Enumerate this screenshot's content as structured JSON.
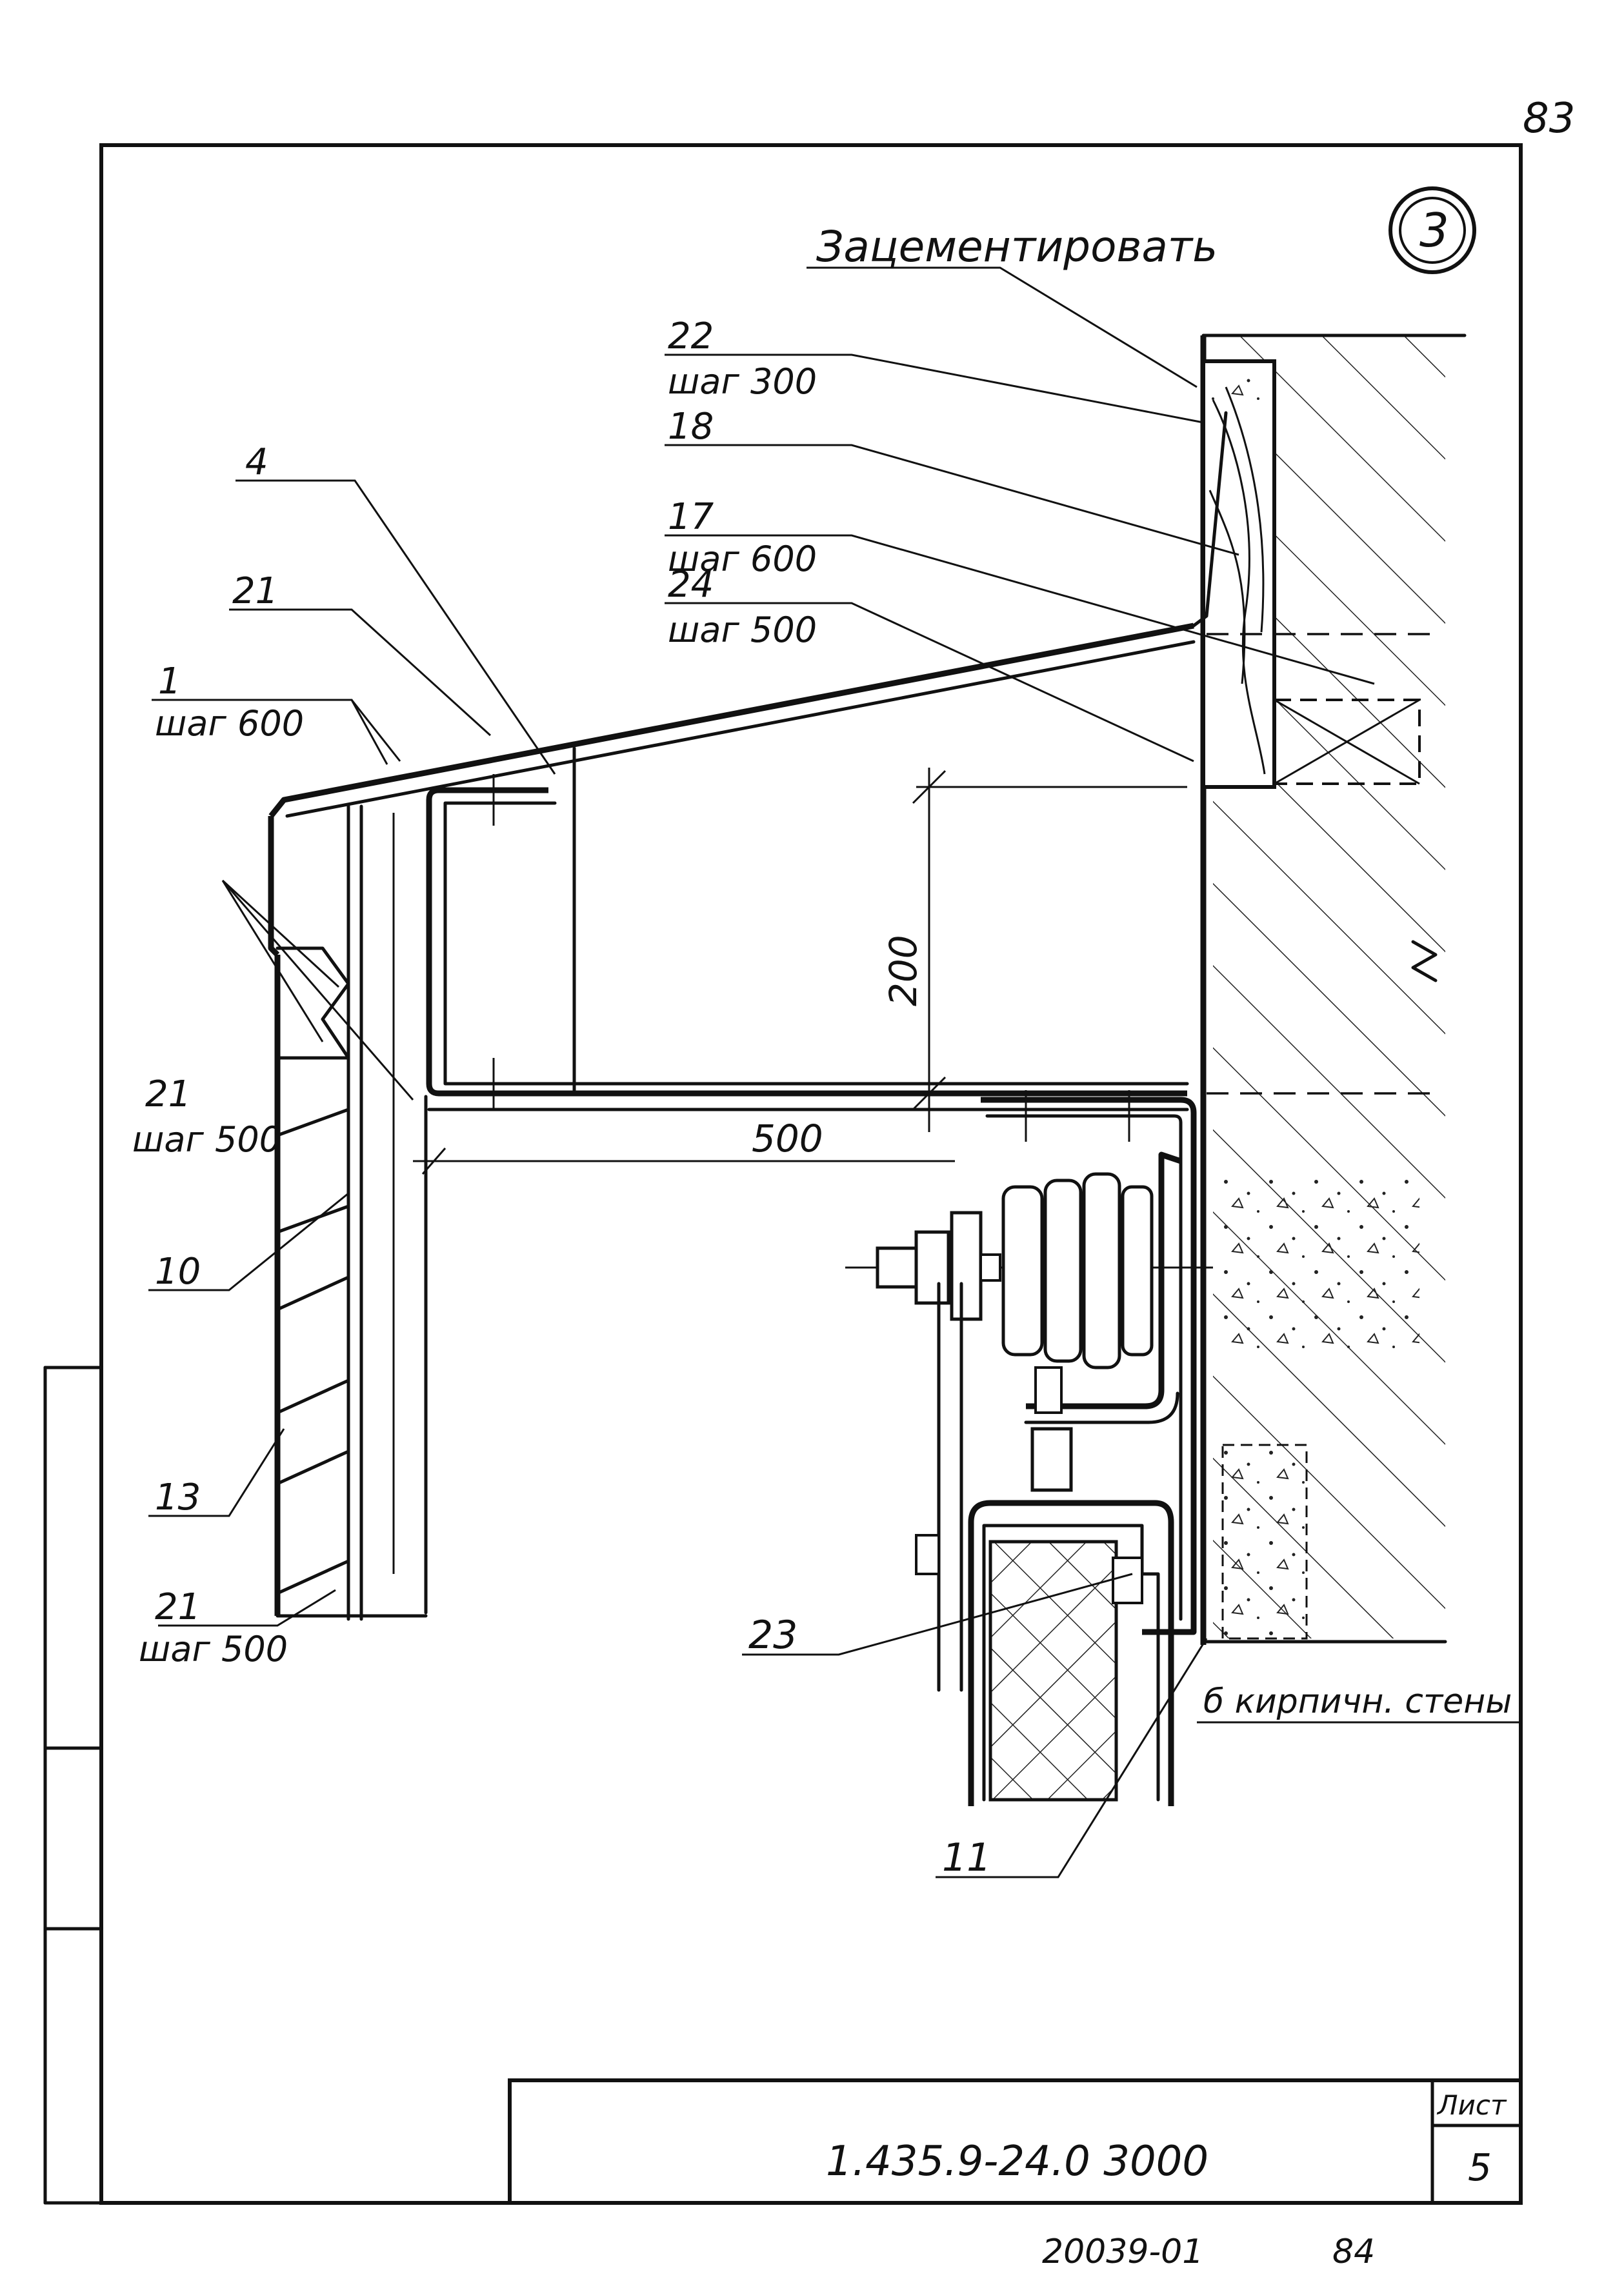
{
  "sheet": {
    "corner_page_number": "83",
    "detail_marker": "3",
    "stamp_code": "1.435.9-24.0 3000",
    "sheet_header": "Лист",
    "sheet_number": "5",
    "archive_number": "20039-01",
    "archive_page": "84"
  },
  "annotations": {
    "cement_note": "Зацементировать",
    "brick_wall_note": "б кирпичн. стены",
    "label_22": "22",
    "pitch_22": "шаг 300",
    "label_18": "18",
    "label_17": "17",
    "pitch_17": "шаг 600",
    "label_24": "24",
    "pitch_24": "шаг 500",
    "label_4": "4",
    "label_21_top": "21",
    "label_1": "1",
    "pitch_1": "шаг 600",
    "label_21_mid": "21",
    "pitch_21_mid": "шаг 500",
    "label_10": "10",
    "label_13": "13",
    "label_21_bot": "21",
    "pitch_21_bot": "шаг 500",
    "label_23": "23",
    "label_11": "11"
  },
  "dimensions": {
    "dim_200": "200",
    "dim_500": "500"
  }
}
